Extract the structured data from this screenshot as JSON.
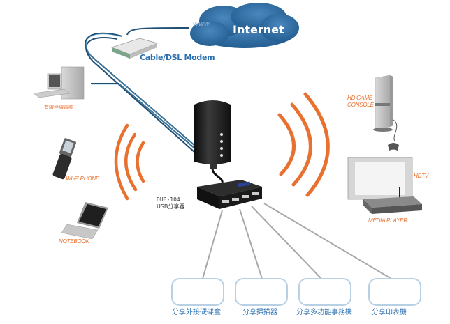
{
  "diagram": {
    "internet": {
      "label": "Internet",
      "prefix": "www"
    },
    "modem": {
      "label": "Cable/DSL Modem"
    },
    "wired_pc": {
      "label": "有線連線電腦"
    },
    "router": {
      "label": ""
    },
    "usb_hub": {
      "line1": "DUB-104",
      "line2": "USB分享器"
    },
    "wireless_left": [
      {
        "label": "WI-FI PHONE"
      },
      {
        "label": "NOTEBOOK"
      }
    ],
    "wireless_right": [
      {
        "label": "HD GAME",
        "label2": "CONSOLE"
      },
      {
        "label": "HDTV"
      },
      {
        "label": "MEDIA PLAYER"
      }
    ],
    "usb_devices": [
      {
        "label": "分享外接硬碟盒"
      },
      {
        "label": "分享掃描器"
      },
      {
        "label": "分享多功能事務機"
      },
      {
        "label": "分享印表機"
      }
    ],
    "colors": {
      "cloud": "#2f6da3",
      "cable": "#1f4f73",
      "wave": "#e8712f",
      "usb_line": "#a8a8a8",
      "box_border": "#b7d0e3",
      "label_orange": "#e8712f",
      "label_blue": "#2a6fb0"
    }
  }
}
